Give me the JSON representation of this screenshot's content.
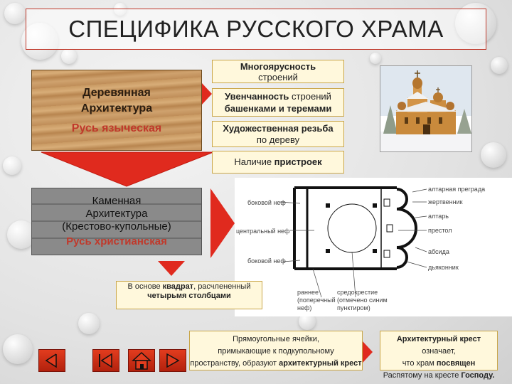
{
  "title": "СПЕЦИФИКА РУССКОГО ХРАМА",
  "wood": {
    "line1": "Деревянная",
    "line2": "Архитектура",
    "line3": "Русь языческая"
  },
  "stone": {
    "line1": "Каменная",
    "line2": "Архитектура",
    "line3": "(Крестово-купольные)",
    "line4": "Русь христианская"
  },
  "features": {
    "f1_bold": "Многоярусность",
    "f1_rest": "строений",
    "f2_bold": "Увенчанность",
    "f2_rest": " строений",
    "f2_line2": "башенками и теремами",
    "f3_bold": "Художественная резьба",
    "f3_rest": "по дереву",
    "f4_pre": "Наличие ",
    "f4_bold": "пристроек"
  },
  "plan_labels": {
    "side_nave": "боковой неф",
    "central_nave": "центральный неф",
    "side_nave2": "боковой неф",
    "narthex": "раннее (поперечный неф)",
    "crossing": "средокрестие (отмечено синим пунктиром)",
    "altar_barrier": "алтарная преграда",
    "zhertvennik": "жертвенник",
    "altar": "алтарь",
    "prestol": "престол",
    "apse": "абсида",
    "diakonnik": "дьяконник"
  },
  "base": {
    "pre": "В основе ",
    "b1": "квадрат",
    "mid": ", расчлененный ",
    "b2": "четырьмя столбцами"
  },
  "cells": {
    "line1": "Прямоугольные ячейки,",
    "line2": "примыкающие к подкупольному",
    "line3_pre": "пространству, образуют ",
    "line3_bold": "архитектурный крест"
  },
  "cross": {
    "bold1": "Архитектурный крест",
    "rest1": " означает,",
    "line2_pre": "что храм ",
    "line2_bold": "посвящен",
    "line3_pre": "Распятому на кресте ",
    "line3_bold": "Господу."
  },
  "nav_icons": [
    "return-icon",
    "first-slide-icon",
    "home-icon",
    "next-slide-icon"
  ],
  "colors": {
    "accent": "#c0392b",
    "note_bg": "#fff8dc",
    "arrow": "#e02a1e"
  }
}
